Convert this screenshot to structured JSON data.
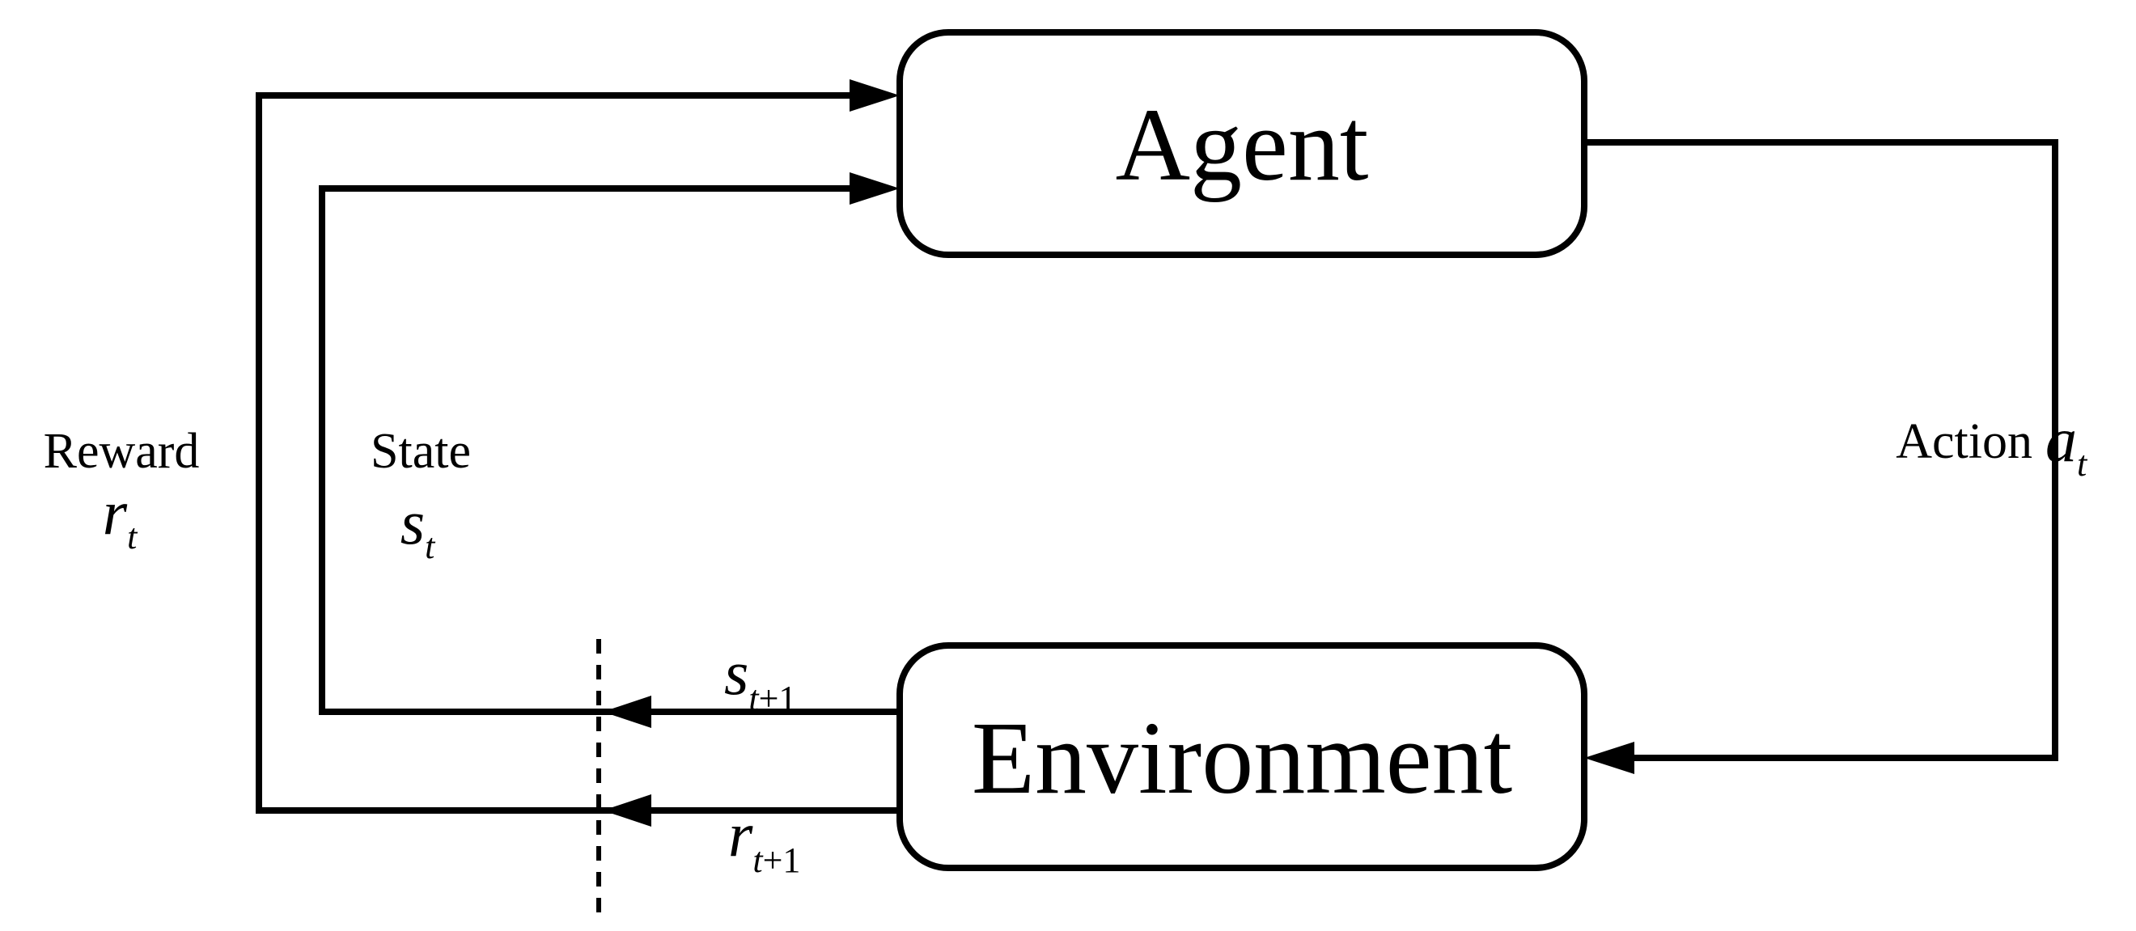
{
  "nodes": {
    "agent": {
      "label": "Agent"
    },
    "environment": {
      "label": "Environment"
    }
  },
  "edges": {
    "reward": {
      "word": "Reward",
      "symbol": "r",
      "subscript": "t"
    },
    "state": {
      "word": "State",
      "symbol": "s",
      "subscript": "t"
    },
    "action": {
      "word": "Action",
      "symbol": "a",
      "subscript": "t"
    },
    "next_state": {
      "symbol": "s",
      "subscript_var": "t",
      "subscript_rest": "+1"
    },
    "next_reward": {
      "symbol": "r",
      "subscript_var": "t",
      "subscript_rest": "+1"
    }
  },
  "colors": {
    "stroke": "#000000",
    "background": "#ffffff"
  }
}
